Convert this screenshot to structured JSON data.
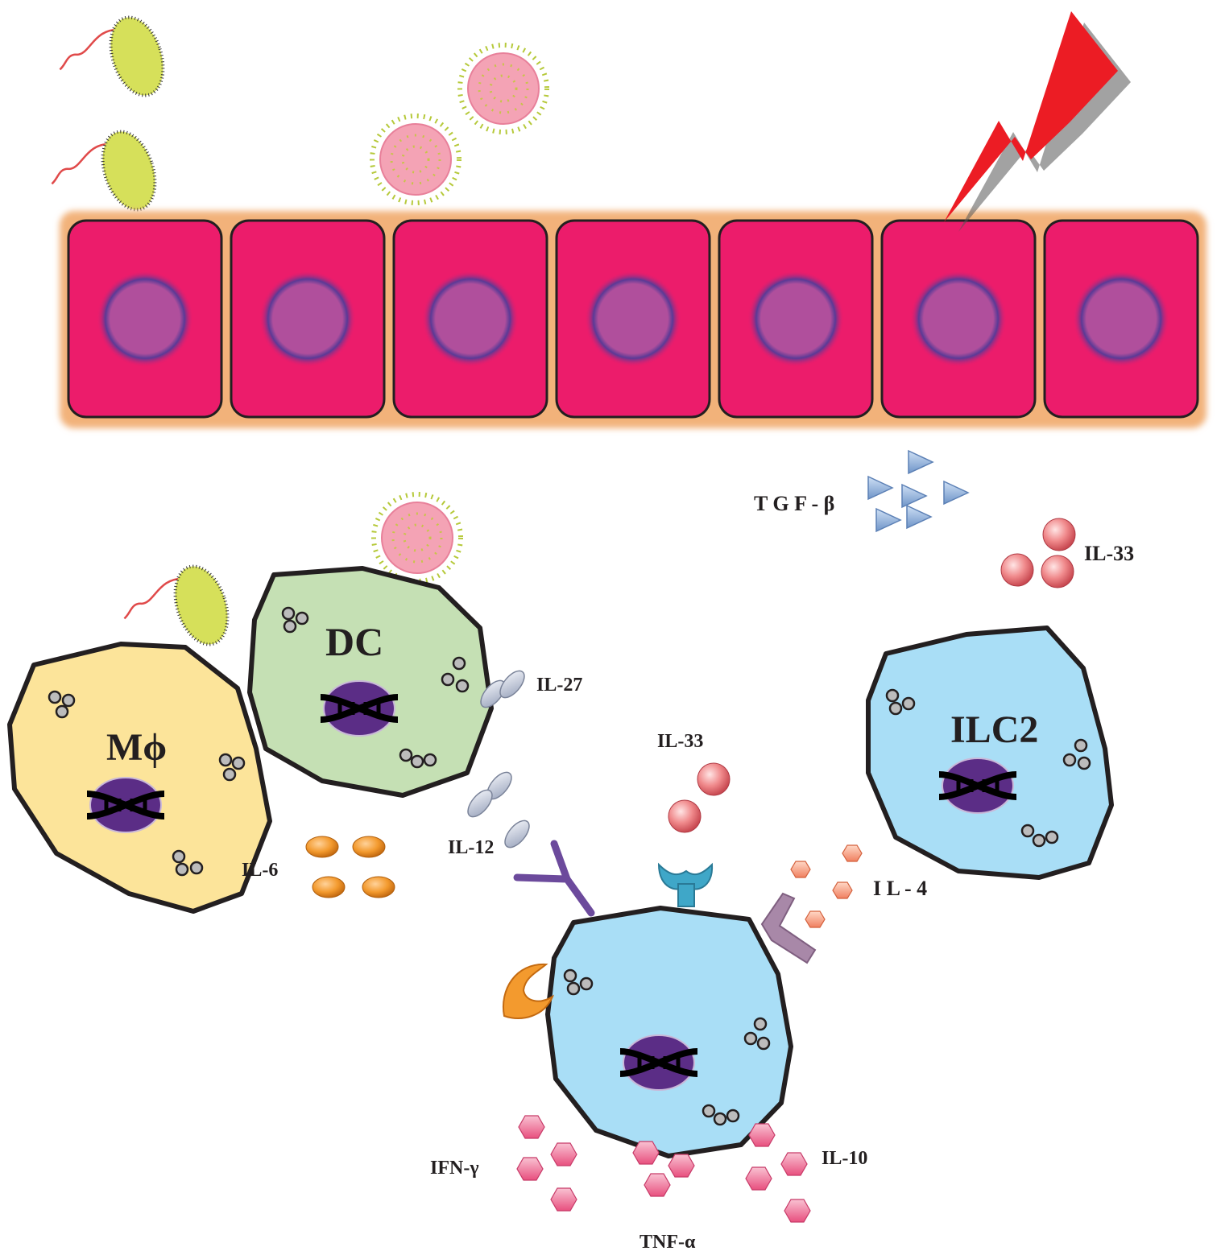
{
  "cells": {
    "macrophage": "Mϕ",
    "dendritic": "DC",
    "ilc2": "ILC2"
  },
  "cytokines": {
    "tgf_beta": "T G F - β",
    "il33_top": "IL-33",
    "il27": "IL-27",
    "il33_mid": "IL-33",
    "il12": "IL-12",
    "il6": "IL-6",
    "il4": "I L - 4",
    "ifn_gamma": "IFN-γ",
    "il10": "IL-10",
    "tnf_alpha": "TNF-α"
  },
  "colors": {
    "epithelial": "#ec1c6b",
    "nucleus": "#b04f9c",
    "macrophage": "#fce49a",
    "dendritic": "#c5e0b4",
    "ilc": "#a9def6",
    "lightning": "#ec1c24",
    "bacteria": "#d6e05a",
    "virus": "#f4a3b5"
  }
}
